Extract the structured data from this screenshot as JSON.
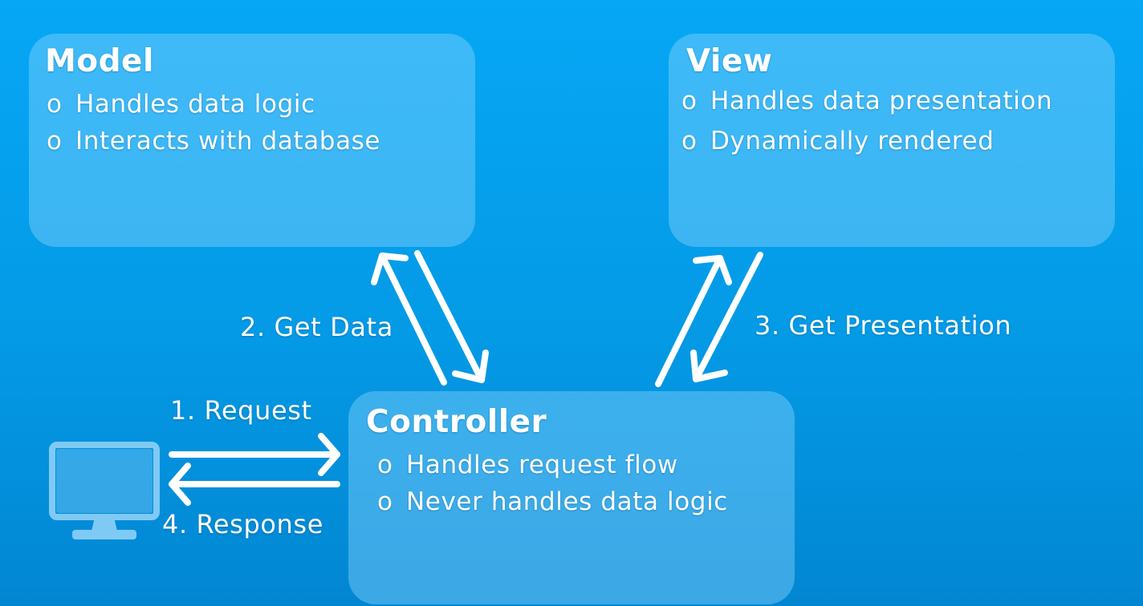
{
  "model": {
    "title": "Model",
    "bullet_mark": "o",
    "bullets": [
      "Handles data logic",
      "Interacts with database"
    ]
  },
  "view": {
    "title": "View",
    "bullet_mark": "o",
    "bullets": [
      "Handles data presentation",
      "Dynamically rendered"
    ]
  },
  "controller": {
    "title": "Controller",
    "bullet_mark": "o",
    "bullets": [
      "Handles request flow",
      "Never handles data logic"
    ]
  },
  "flows": {
    "request": "1. Request",
    "get_data": "2. Get Data",
    "get_presentation": "3. Get Presentation",
    "response": "4. Response"
  },
  "icons": {
    "client": "computer-monitor-icon"
  },
  "colors": {
    "background": "#06a7f5",
    "box_fill": "#8cd7ff",
    "text": "#ffffff"
  }
}
